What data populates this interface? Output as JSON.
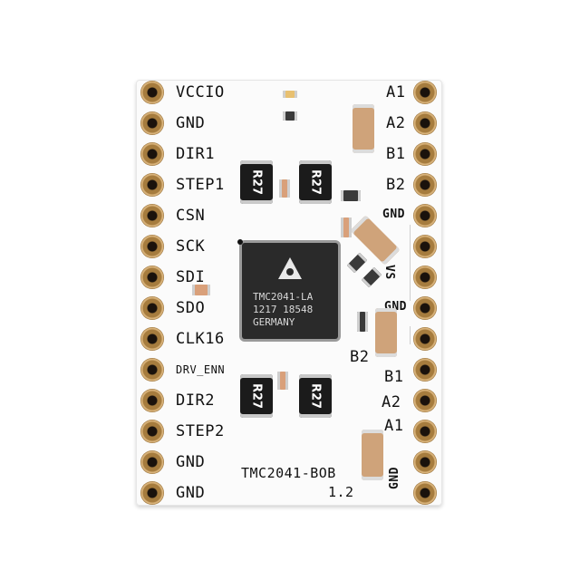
{
  "board": {
    "left_labels": [
      "VCCIO",
      "GND",
      "DIR1",
      "STEP1",
      "CSN",
      "SCK",
      "SDI",
      "SDO",
      "CLK16",
      "DRV_ENN",
      "DIR2",
      "STEP2",
      "GND",
      "GND"
    ],
    "right_labels": [
      "A1",
      "A2",
      "B1",
      "B2",
      "GND"
    ],
    "right_inner_labels": {
      "vs": "VS",
      "gnd2": "GND",
      "b2": "B2",
      "b1": "B1",
      "a2": "A2",
      "a1": "A1",
      "gnd3": "GND"
    },
    "chip": {
      "line1": "TMC2041-LA",
      "line2": "1217 18548",
      "line3": "GERMANY"
    },
    "resistor_label": "R27",
    "title": "TMC2041-BOB",
    "version": "1.2"
  },
  "colors": {
    "board": "#fbfbfb",
    "pad_gold": "#a67c3e",
    "chip": "#2a2a2a",
    "resistor": "#1b1b1b",
    "capacitor": "#cfa37a"
  }
}
